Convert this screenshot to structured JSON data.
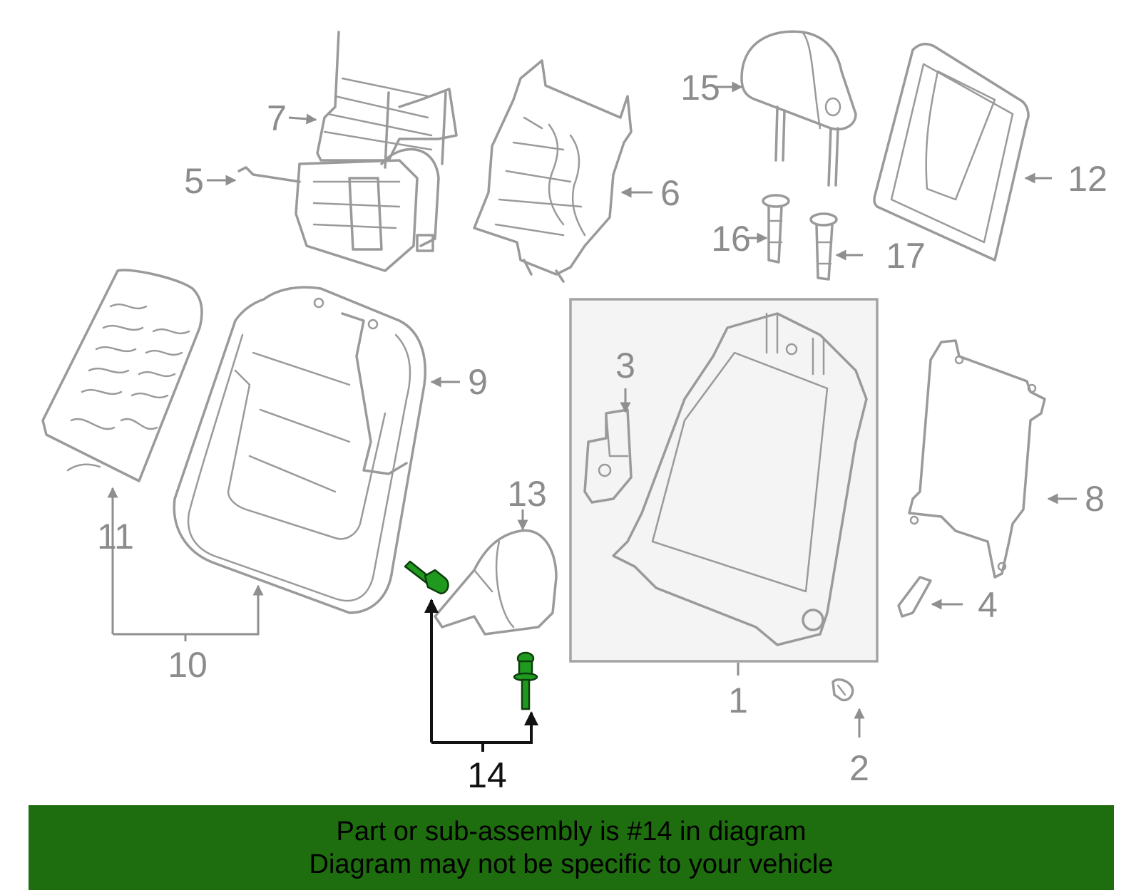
{
  "callouts": {
    "c1": "1",
    "c2": "2",
    "c3": "3",
    "c4": "4",
    "c5": "5",
    "c6": "6",
    "c7": "7",
    "c8": "8",
    "c9": "9",
    "c10": "10",
    "c11": "11",
    "c12": "12",
    "c13": "13",
    "c14": "14",
    "c15": "15",
    "c16": "16",
    "c17": "17"
  },
  "banner": {
    "line1": "Part or sub-assembly is #14 in diagram",
    "line2": "Diagram may not be specific to your vehicle"
  },
  "colors": {
    "banner_bg": "#1e6d0f",
    "highlight_part": "#1f9a1f",
    "outline_gray": "#9a9a9a"
  }
}
